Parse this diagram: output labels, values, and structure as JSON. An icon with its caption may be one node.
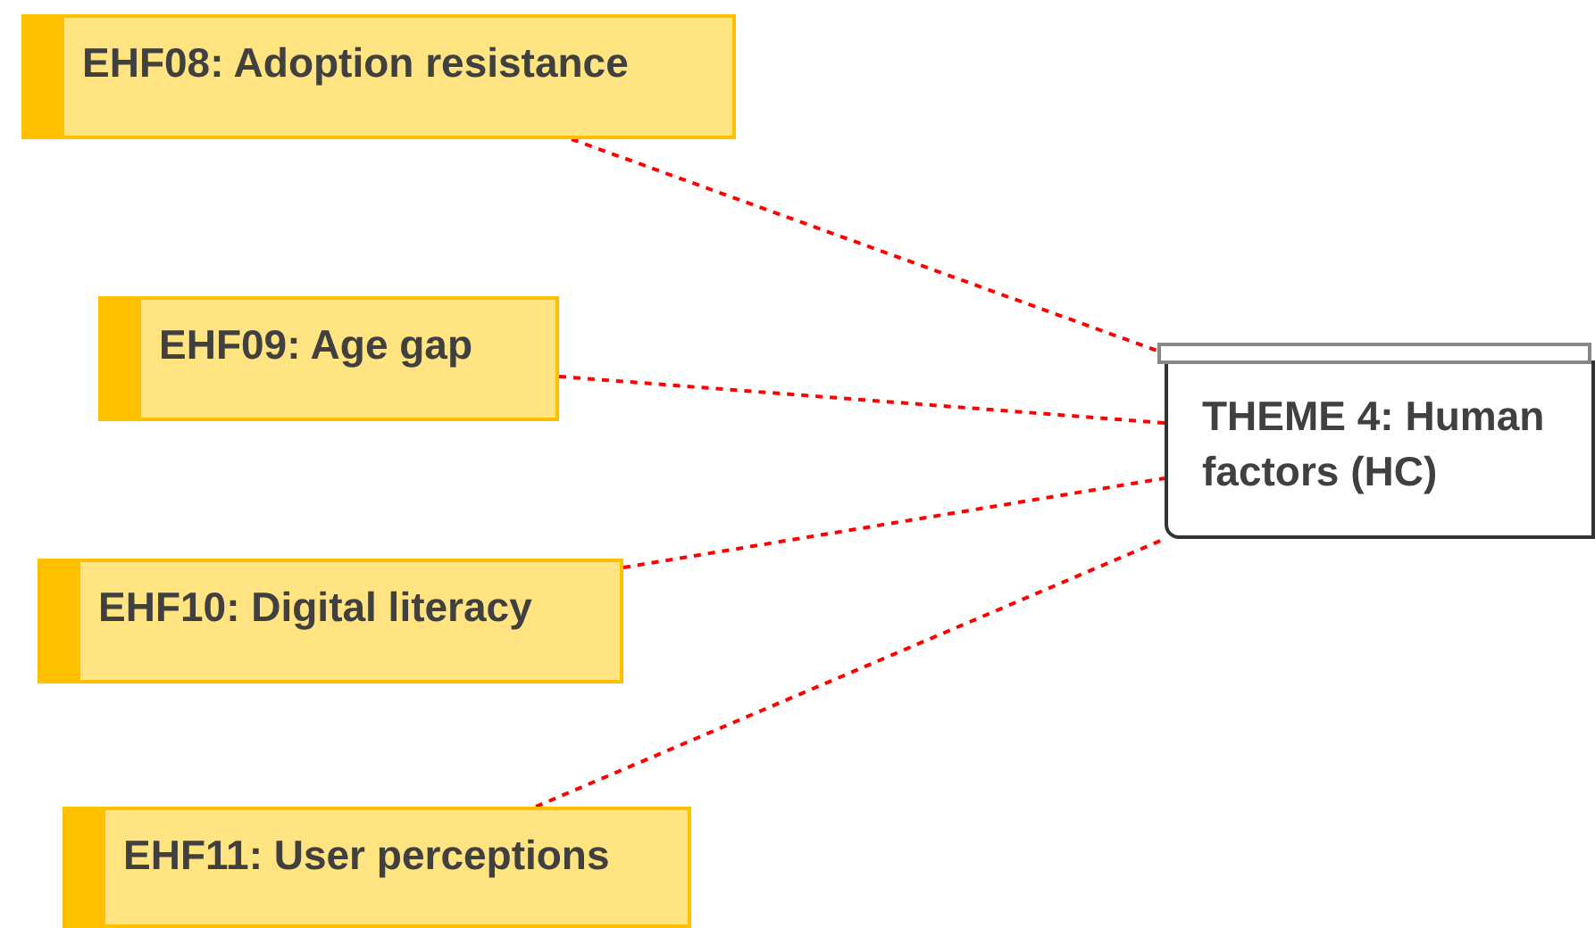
{
  "diagram": {
    "nodes": [
      {
        "text": [
          "EHF08: Adoption resistance"
        ]
      },
      {
        "text": [
          "EHF09: Age gap"
        ]
      },
      {
        "text": [
          "EHF10: Digital literacy"
        ]
      },
      {
        "text": [
          "EHF11: User perceptions"
        ]
      },
      {
        "text": [
          "THEME 4: Human factors (HC)"
        ]
      }
    ],
    "edges": [
      {
        "from": 0,
        "to": 4,
        "arrow": "none",
        "style": "dashed",
        "color": "#ff0000"
      },
      {
        "from": 1,
        "to": 4,
        "arrow": "none",
        "style": "dashed",
        "color": "#ff0000"
      },
      {
        "from": 2,
        "to": 4,
        "arrow": "none",
        "style": "dashed",
        "color": "#ff0000"
      },
      {
        "from": 3,
        "to": 4,
        "arrow": "none",
        "style": "dashed",
        "color": "#ff0000"
      }
    ]
  }
}
